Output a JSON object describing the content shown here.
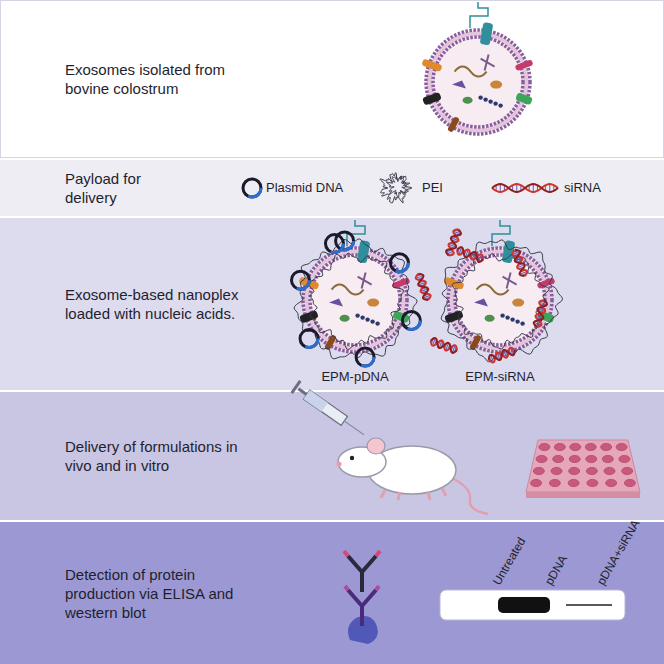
{
  "diagram": {
    "nodes": [
      {
        "text": [
          "Exosomes isolated from bovine colostrum"
        ]
      },
      {
        "text": [
          "Payload for delivery"
        ]
      },
      {
        "text": [
          "Exosome-based nanoplex loaded with nucleic acids."
        ]
      },
      {
        "text": [
          "Delivery of formulations in vivo and in vitro"
        ]
      },
      {
        "text": [
          "Detection of protein production via ELISA and western blot"
        ]
      }
    ],
    "labels": [
      "Plasmid DNA",
      "PEI",
      "siRNA",
      "EPM-pDNA",
      "EPM-siRNA",
      "Untreated",
      "pDNA",
      "pDNA+siRNA"
    ]
  }
}
